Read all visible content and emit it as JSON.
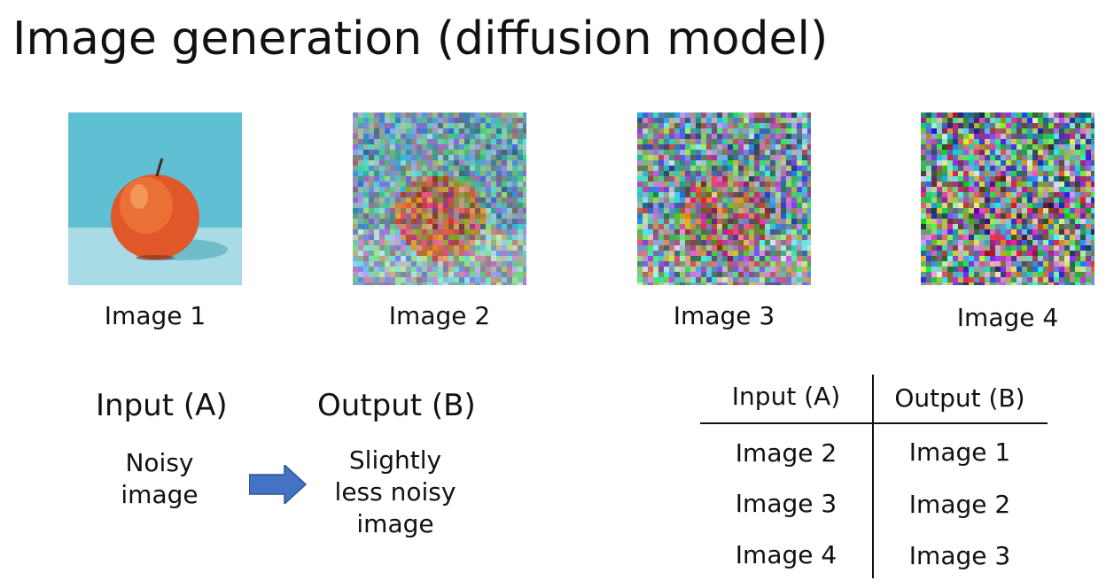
{
  "title": "Image generation (diffusion model)",
  "images": [
    {
      "caption": "Image 1",
      "noise_level": 0.0
    },
    {
      "caption": "Image 2",
      "noise_level": 0.55
    },
    {
      "caption": "Image 3",
      "noise_level": 0.8
    },
    {
      "caption": "Image 4",
      "noise_level": 1.0
    }
  ],
  "mapping": {
    "input_heading": "Input (A)",
    "output_heading": "Output (B)",
    "input_desc": [
      "Noisy",
      "image"
    ],
    "output_desc": [
      "Slightly",
      "less noisy",
      "image"
    ],
    "arrow_color": "#4472C4"
  },
  "table": {
    "headers": [
      "Input (A)",
      "Output (B)"
    ],
    "rows": [
      [
        "Image 2",
        "Image 1"
      ],
      [
        "Image 3",
        "Image 2"
      ],
      [
        "Image 4",
        "Image 3"
      ]
    ]
  }
}
